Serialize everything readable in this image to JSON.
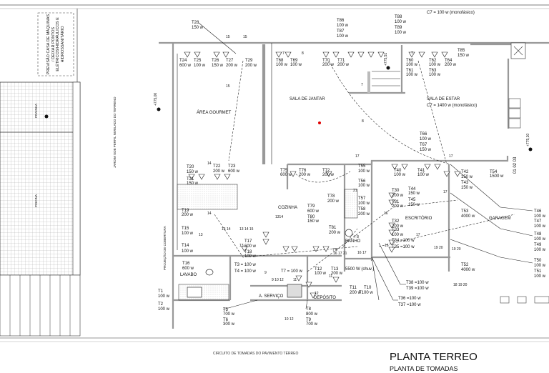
{
  "title": "PLANTA TERREO",
  "subtitle": "PLANTA DE TOMADAS",
  "caption": "CIRCUITO DE TOMADAS DO PAVIMENTO TÉRREO",
  "rooms": {
    "area_gourmet": "ÁREA GOURMET",
    "sala_jantar": "SALA DE JANTAR",
    "sala_estar": "SALA DE ESTAR",
    "cozinha": "COZINHA",
    "banho": "BANHO",
    "escritorio": "ESCRITÓRIO",
    "garagem": "GARAGEM",
    "lavabo": "LAVABO",
    "servico": "A. SERVIÇO",
    "deposito": "DEPÓSITO"
  },
  "notes": {
    "c7_top": "C7 = 100 w (monofásico)",
    "c7_estar": "C7 = 1400 w (monofásico)",
    "chuveiro": "5500 W (chuv.)",
    "jardim": "JARDIM SOB PERFIL NIVELADO DO TERRENO",
    "projecao": "PROJEÇÃO DE COBERTURA",
    "casa_maquinas": "PREVISÃO CASA DE MÁQUINAS / DEIXAR PONTOS ELÉTRICOS/HIDRÁULICOS E HIDROSSANITÁRIO",
    "piscina": "PISCINA",
    "prainha": "PRAINHA",
    "level1": "+775,00",
    "level2": "+775,10",
    "level3": "+775,51",
    "numbers": "01 02 03"
  },
  "annotations": [
    "T28",
    "150 w",
    "T24",
    "600 w",
    "T25",
    "100 w",
    "T26",
    "150 w",
    "T27",
    "200 w",
    "T29",
    "200 w",
    "T20",
    "150 w",
    "T21",
    "150 w",
    "T22",
    "200 w",
    "T23",
    "600 w",
    "T19",
    "200 w",
    "T15",
    "100 w",
    "T14",
    "100 w",
    "T17",
    "600 w",
    "T18",
    "100 w",
    "T16",
    "600 w",
    "T1",
    "100 w",
    "T2",
    "100 w",
    "T3 = 100 w",
    "T4 = 100 w",
    "T7 = 100 w",
    "T12",
    "100 w",
    "T13",
    "200 w",
    "T11",
    "200 w",
    "T10",
    "T100 w",
    "T5",
    "700 w",
    "T6",
    "300 w",
    "T8",
    "800 w",
    "T9",
    "700 w",
    "T79",
    "600 w",
    "T80",
    "150 w",
    "T78",
    "200 w",
    "T81",
    "200 w",
    "T57",
    "100 w",
    "T58",
    "200 w",
    "T55",
    "100 w",
    "T56",
    "100 w",
    "T75",
    "600 w",
    "T76",
    "200 w",
    "T72",
    "200 w",
    "T68",
    "100 w",
    "T69",
    "100 w",
    "T70",
    "200 w",
    "T71",
    "200 w",
    "T86",
    "100 w",
    "T87",
    "100 w",
    "T88",
    "100 w",
    "T89",
    "100 w",
    "T60",
    "100 w",
    "T61",
    "100 w",
    "T62",
    "100 w",
    "T63",
    "100 w",
    "T64",
    "200 w",
    "T85",
    "150 w",
    "T66",
    "100 w",
    "T67",
    "150 w",
    "T40",
    "100 w",
    "T41",
    "100 w",
    "T42",
    "150 w",
    "T43",
    "150 w",
    "T54",
    "1500 w",
    "T44",
    "150 w",
    "T45",
    "150 w",
    "T30",
    "200 w",
    "T31",
    "200 w",
    "T32",
    "200 w",
    "T33",
    "100 w",
    "T34 =100 w",
    "T35 =100 w",
    "T53",
    "4000 w",
    "T46",
    "100 w",
    "T47",
    "100 w",
    "T48",
    "100 w",
    "T49",
    "100 w",
    "T50",
    "100 w",
    "T51",
    "100 w",
    "T52",
    "4000 w",
    "T38 =100 w",
    "T39 =100 w",
    "T36 =100 w",
    "T37 =100 w"
  ],
  "circuit_tags": [
    "15",
    "15",
    "15",
    "14",
    "14",
    "15 14",
    "13 14 15",
    "13",
    "13",
    "1314",
    "9",
    "9 10 12",
    "11",
    "10 12",
    "12",
    "11",
    "7 8",
    "16 17 21",
    "7 8",
    "21",
    "16 17",
    "8",
    "7",
    "7",
    "8",
    "7",
    "17",
    "17",
    "16",
    "17",
    "16",
    "19 20",
    "19 20",
    "18 19 20",
    "17"
  ],
  "colors": {
    "walls": "#999999",
    "lines": "#222222",
    "marker": "#e00000"
  }
}
